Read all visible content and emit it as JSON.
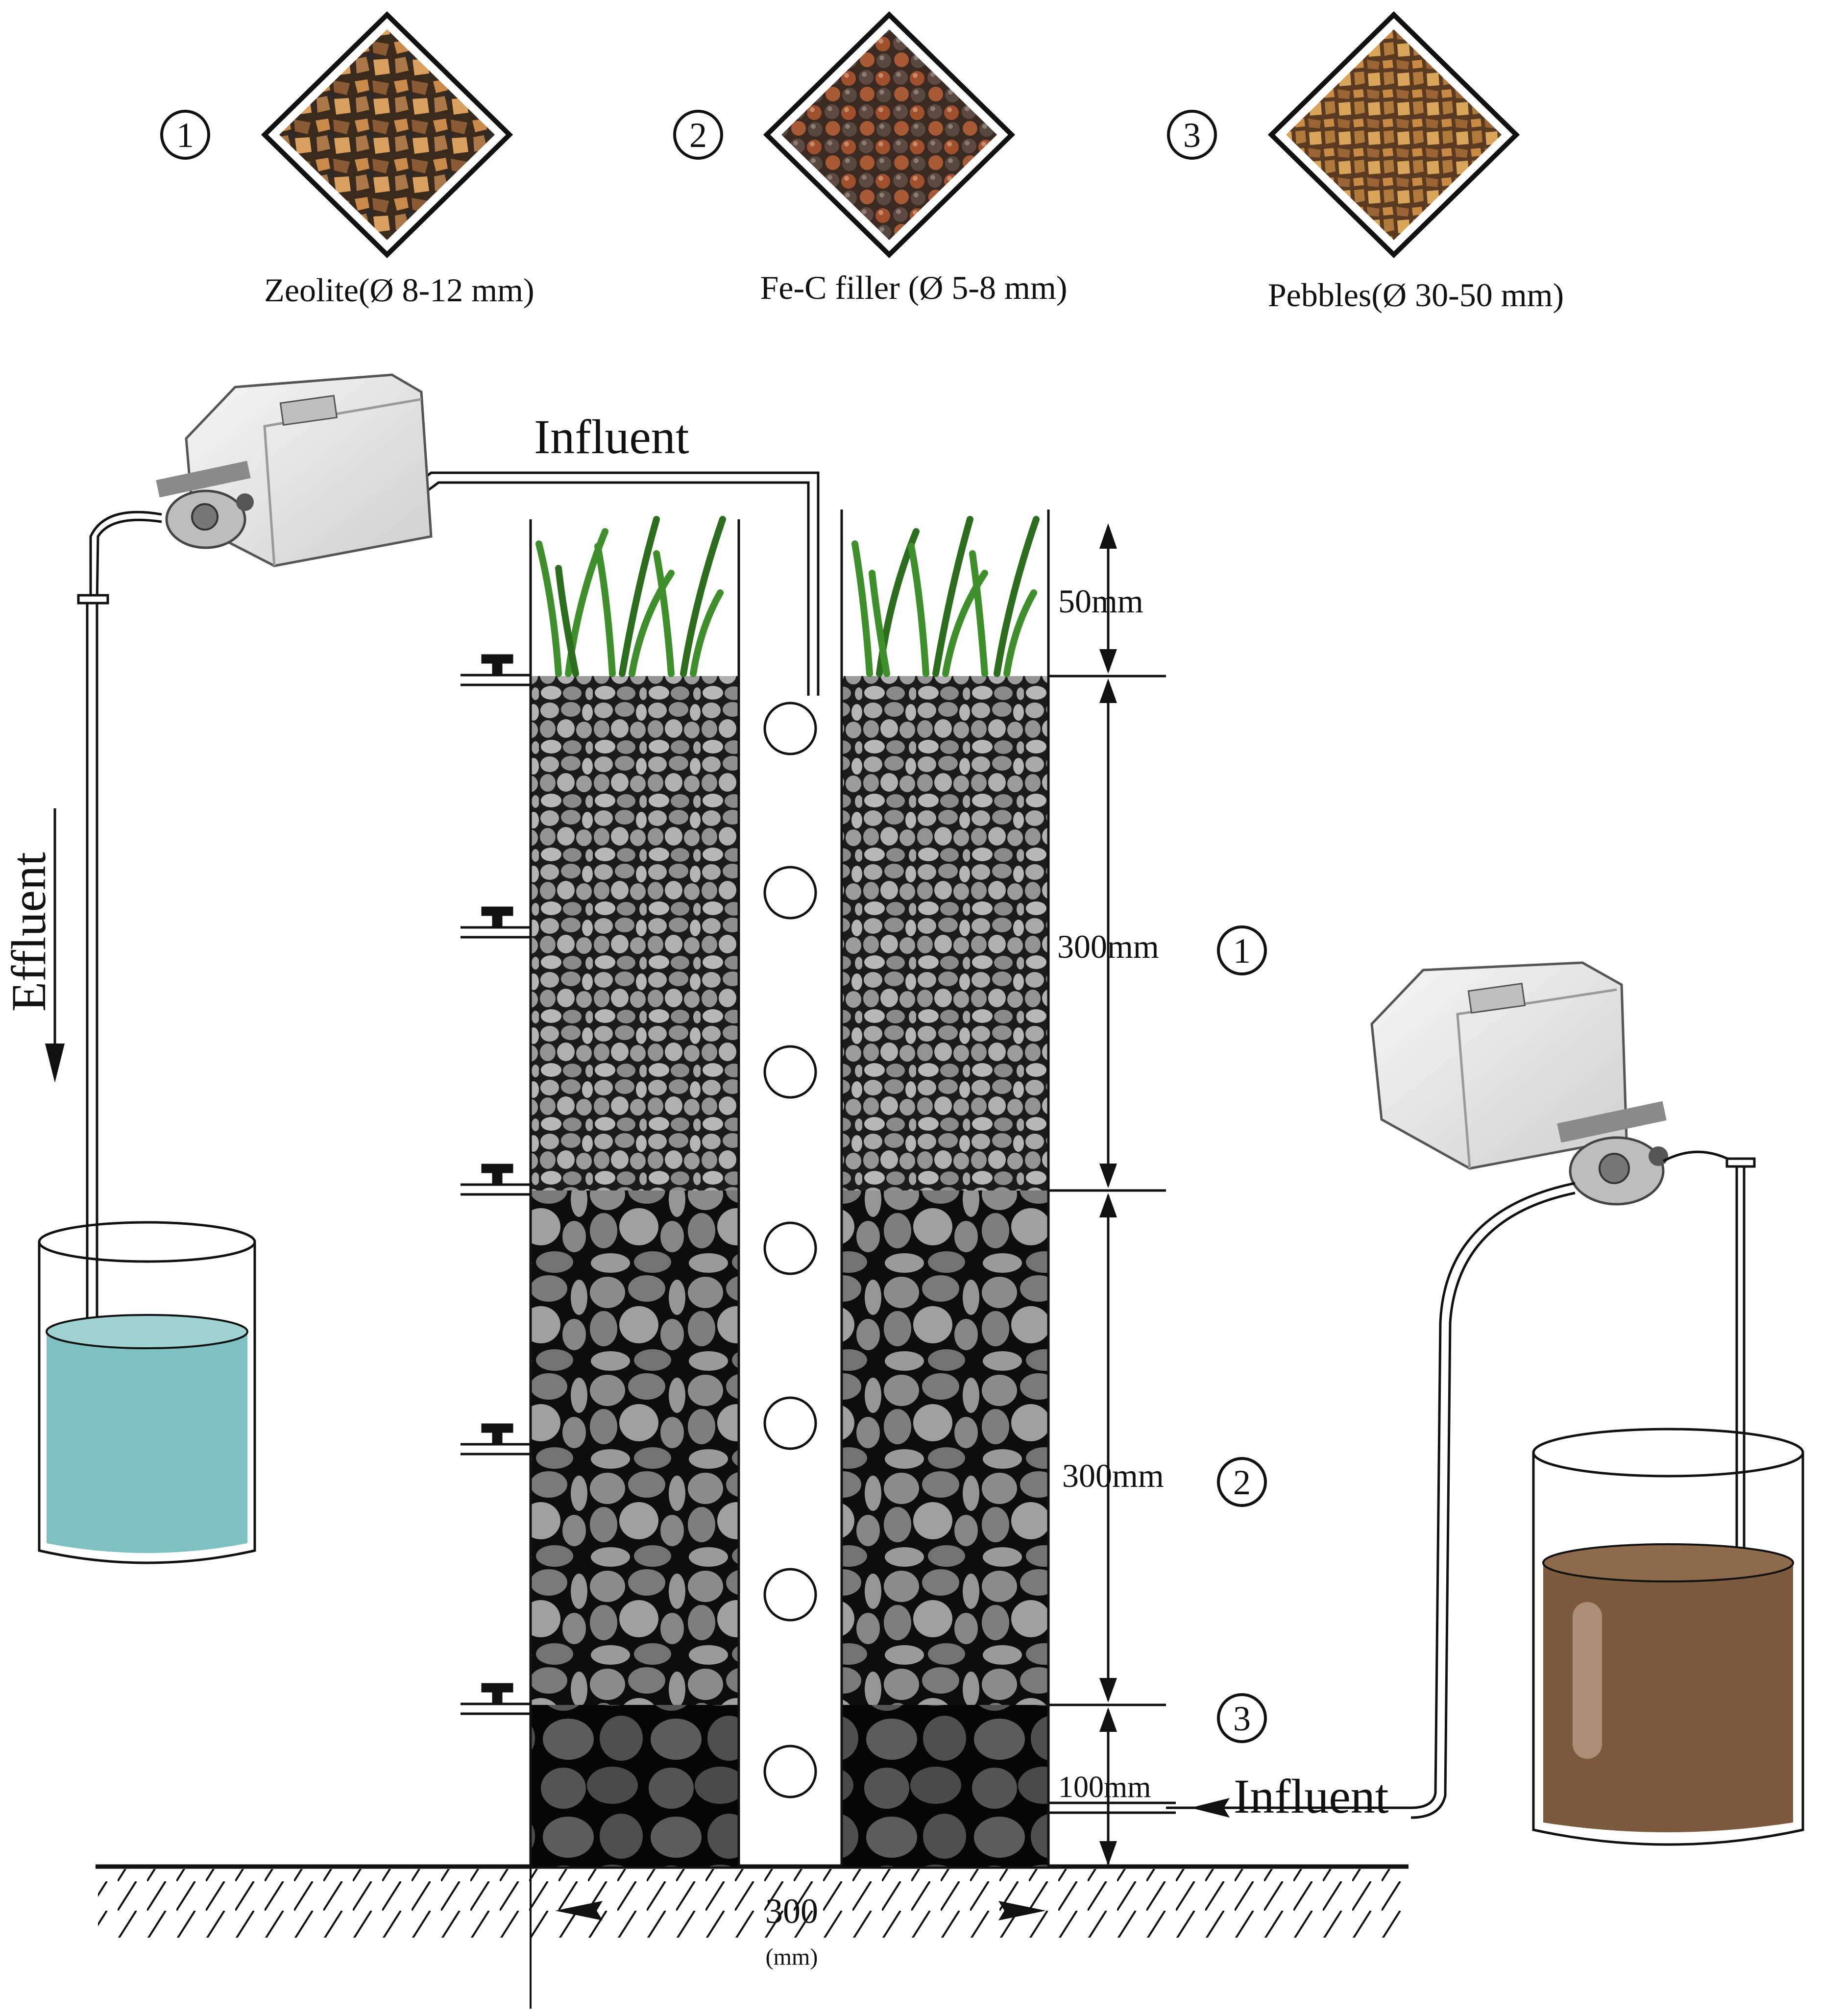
{
  "materials": [
    {
      "number": "1",
      "caption": "Zeolite(Ø 8-12 mm)",
      "pattern": "zeolite-texture"
    },
    {
      "number": "2",
      "caption": "Fe-C filler (Ø 5-8 mm)",
      "pattern": "fec-texture"
    },
    {
      "number": "3",
      "caption": "Pebbles(Ø 30-50 mm)",
      "pattern": "pebble-texture"
    }
  ],
  "flows": {
    "influent_top": "Influent",
    "influent_right": "Influent",
    "effluent": "Effluent"
  },
  "dimensions": {
    "plant_zone": "50mm",
    "layer1": "300mm",
    "layer2": "300mm",
    "layer3": "100mm",
    "width_value": "300",
    "width_unit": "(mm)"
  },
  "layer_markers": [
    "1",
    "2",
    "3"
  ],
  "colors": {
    "effluent_water": "#7fc0c2",
    "influent_water": "#7b5a3e",
    "plant_green": "#3f8f2c",
    "pump_body": "#e4e4e4",
    "zeolite": "#9a9a9a",
    "fec": "#7d7d7d",
    "pebbles": "#5a5a5a"
  },
  "icons": [
    "peristaltic-pump-icon",
    "sampling-valve-icon",
    "plant-icon",
    "beaker-icon"
  ]
}
